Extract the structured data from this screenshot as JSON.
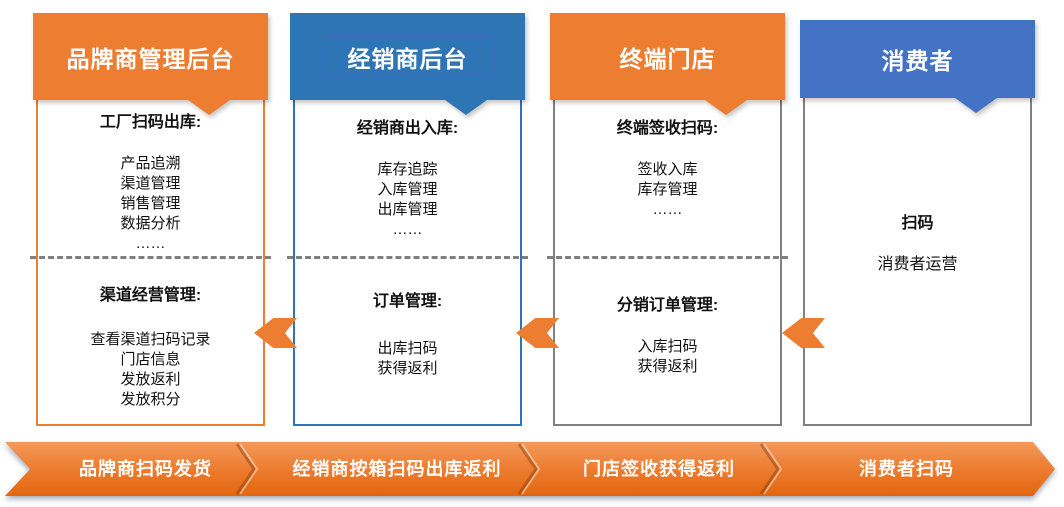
{
  "diagram_title": "",
  "palette": {
    "orange": "#ED7D31",
    "blue_mid": "#2E75B6",
    "blue_light": "#4472C4",
    "gray_border": "#808080",
    "dash_gray": "#7F7F7F",
    "text_white": "#FFFFFF"
  },
  "icons": {
    "between_columns": "left-arrow",
    "header_tail": "down-notch",
    "ribbon_separator": "chevron-right"
  },
  "columns": [
    {
      "header": "品牌商管理后台",
      "header_color": "#ED7D31",
      "body_border_color": "#ED7D31",
      "sections": [
        {
          "heading": "工厂扫码出库:",
          "items": [
            "产品追溯",
            "渠道管理",
            "销售管理",
            "数据分析",
            "……"
          ]
        },
        {
          "heading": "渠道经营管理:",
          "items": [
            "查看渠道扫码记录",
            "门店信息",
            "发放返利",
            "发放积分"
          ]
        }
      ]
    },
    {
      "header": "经销商后台",
      "header_color": "#2E75B6",
      "body_border_color": "#2E75B6",
      "sections": [
        {
          "heading": "经销商出入库:",
          "items": [
            "库存追踪",
            "入库管理",
            "出库管理",
            "……"
          ]
        },
        {
          "heading": "订单管理:",
          "items": [
            "出库扫码",
            "获得返利"
          ]
        }
      ]
    },
    {
      "header": "终端门店",
      "header_color": "#ED7D31",
      "body_border_color": "#808080",
      "sections": [
        {
          "heading": "终端签收扫码:",
          "items": [
            "签收入库",
            "库存管理",
            "……"
          ]
        },
        {
          "heading": "分销订单管理:",
          "items": [
            "入库扫码",
            "获得返利"
          ]
        }
      ]
    },
    {
      "header": "消费者",
      "header_color": "#4472C4",
      "body_border_color": "#808080",
      "sections": [
        {
          "heading": "扫码",
          "items": [
            "消费者运营"
          ]
        }
      ]
    }
  ],
  "flow_banner": {
    "color": "#ED7D31",
    "labels": [
      "品牌商扫码发货",
      "经销商按箱扫码出库返利",
      "门店签收获得返利",
      "消费者扫码"
    ]
  }
}
